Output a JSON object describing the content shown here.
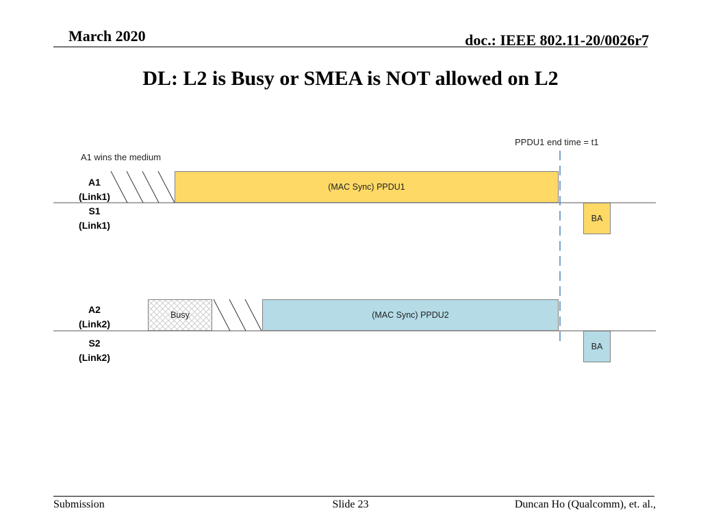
{
  "header": {
    "date": "March 2020",
    "doc": "doc.: IEEE 802.11-20/0026r7"
  },
  "title": "DL: L2 is Busy or SMEA is NOT allowed on L2",
  "diagram": {
    "note_top_left": "A1 wins the medium",
    "note_end_time": "PPDU1 end time = t1",
    "rows": {
      "a1_label": [
        "A1",
        "(Link1)"
      ],
      "s1_label": [
        "S1",
        "(Link1)"
      ],
      "a2_label": [
        "A2",
        "(Link2)"
      ],
      "s2_label": [
        "S2",
        "(Link2)"
      ]
    },
    "boxes": {
      "ppdu1": "(MAC Sync) PPDU1",
      "ppdu2": "(MAC Sync) PPDU2",
      "busy": "Busy",
      "ba1": "BA",
      "ba2": "BA"
    },
    "colors": {
      "ppdu1_fill": "#ffd966",
      "ppdu2_fill": "#b4dbe6",
      "dashed_line": "#4f81bd"
    }
  },
  "footer": {
    "left": "Submission",
    "center": "Slide 23",
    "right": "Duncan Ho (Qualcomm), et. al.,"
  }
}
